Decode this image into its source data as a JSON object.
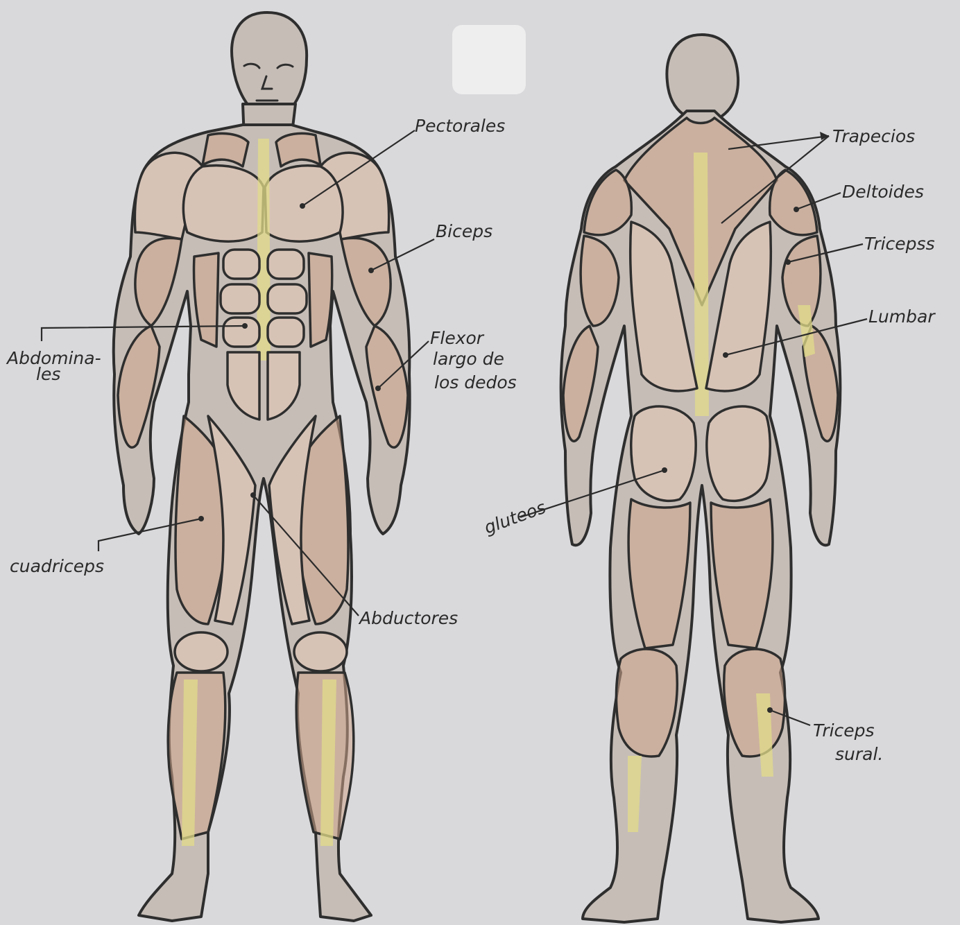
{
  "labels": {
    "pectorales": "Pectorales",
    "biceps": "Biceps",
    "abdominales_1": "Abdomina-",
    "abdominales_2": "les",
    "flexor_1": "Flexor",
    "flexor_2": "largo de",
    "flexor_3": "los dedos",
    "cuadriceps": "cuadriceps",
    "abductores": "Abductores",
    "trapecios": "Trapecios",
    "deltoides": "Deltoides",
    "triceps": "Tricepss",
    "lumbar": "Lumbar",
    "gluteos": "gluteos",
    "triceps_sural_1": "Triceps",
    "triceps_sural_2": "sural."
  },
  "colors": {
    "paper": "#d9d9dc",
    "muscle_fill": "#cfa58c",
    "tendon_fill": "#e2dc8a",
    "pencil": "#2e2e2e"
  }
}
